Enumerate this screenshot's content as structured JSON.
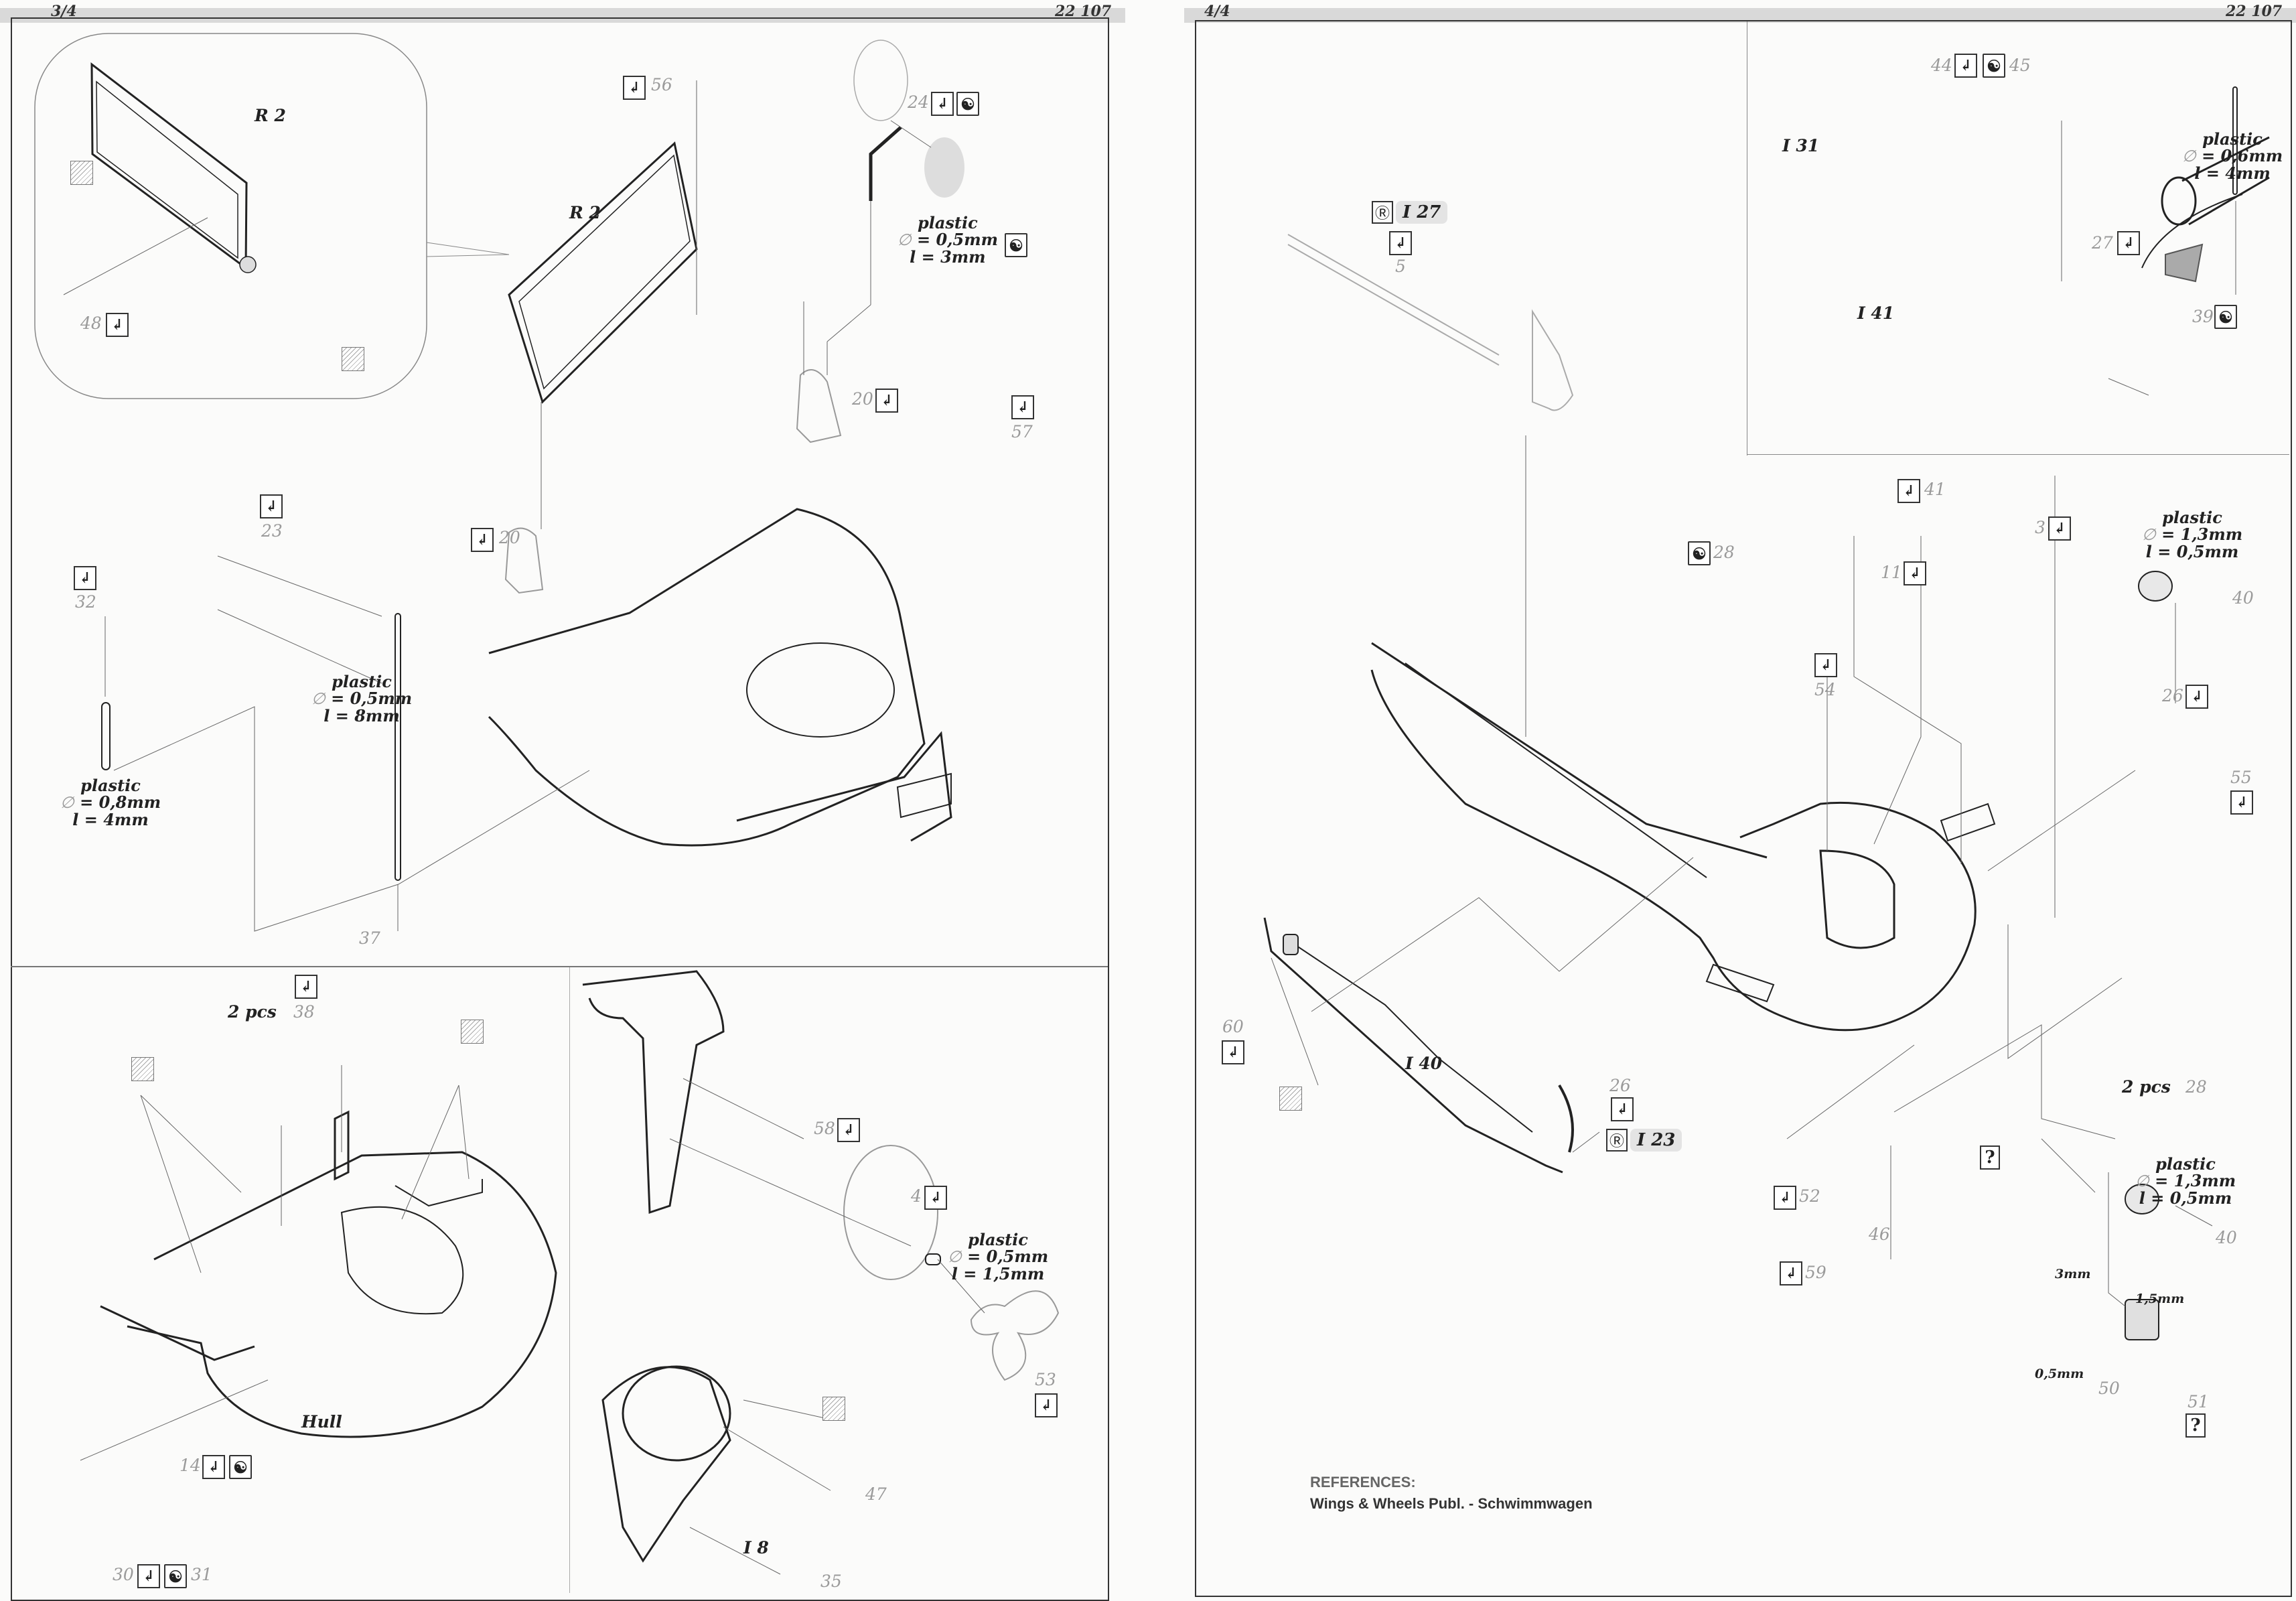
{
  "left_sheet": {
    "page": "3/4",
    "kit_number": "22 107",
    "labels": {
      "r2_inset": "R 2",
      "r2_main": "R 2",
      "p48": "48",
      "p56": "56",
      "p24": "24",
      "p20a": "20",
      "p20b": "20",
      "p57": "57",
      "p23": "23",
      "p32": "32",
      "p37": "37",
      "p38": "38",
      "p38_qty": "2 pcs",
      "hull": "Hull",
      "p14": "14",
      "p30": "30",
      "p31": "31",
      "p58": "58",
      "p4": "4",
      "p53": "53",
      "p47": "47",
      "i8": "I 8",
      "p35": "35"
    },
    "notes": {
      "plastic_24": {
        "material": "plastic",
        "diameter": "= 0,5mm",
        "length": "l = 3mm"
      },
      "plastic_rod8": {
        "material": "plastic",
        "diameter": "= 0,5mm",
        "length": "l = 8mm"
      },
      "plastic_rod4": {
        "material": "plastic",
        "diameter": "= 0,8mm",
        "length": "l = 4mm"
      },
      "plastic_prop": {
        "material": "plastic",
        "diameter": "= 0,5mm",
        "length": "l = 1,5mm"
      }
    }
  },
  "right_sheet": {
    "page": "4/4",
    "kit_number": "22 107",
    "labels": {
      "i27": "I 27",
      "p5": "5",
      "p44": "44",
      "p45": "45",
      "i31": "I 31",
      "i41": "I 41",
      "p27": "27",
      "p39": "39",
      "p28": "28",
      "p41": "41",
      "p3": "3",
      "p11": "11",
      "p54": "54",
      "p40a": "40",
      "p26a": "26",
      "p55": "55",
      "p28b": "28",
      "p28b_qty": "2 pcs",
      "p60": "60",
      "i40": "I 40",
      "p26b": "26",
      "i23": "I 23",
      "p52": "52",
      "p46": "46",
      "p40b": "40",
      "p59": "59",
      "dim_3": "3mm",
      "dim_15": "1,5mm",
      "dim_05": "0,5mm",
      "p50": "50",
      "p51": "51",
      "unknown": "?"
    },
    "notes": {
      "plastic_rod6": {
        "material": "plastic",
        "diameter": "= 0,6mm",
        "length": "l = 4mm"
      },
      "plastic_disc_a": {
        "material": "plastic",
        "diameter": "= 1,3mm",
        "length": "l = 0,5mm"
      },
      "plastic_disc_b": {
        "material": "plastic",
        "diameter": "= 1,3mm",
        "length": "l = 0,5mm"
      }
    },
    "references": {
      "heading": "REFERENCES:",
      "text": "Wings & Wheels Publ. - Schwimmwagen"
    }
  },
  "icons": {
    "bend": "bend-arrow-icon",
    "yinyang": "anneal-yinyang-icon",
    "hatch": "paint-hatch-icon",
    "ref": "registered-ref-icon",
    "question": "question-icon"
  },
  "colors": {
    "ink": "#222222",
    "part_number_grey": "#9a9a9a",
    "header_band": "#d9d9d9"
  }
}
